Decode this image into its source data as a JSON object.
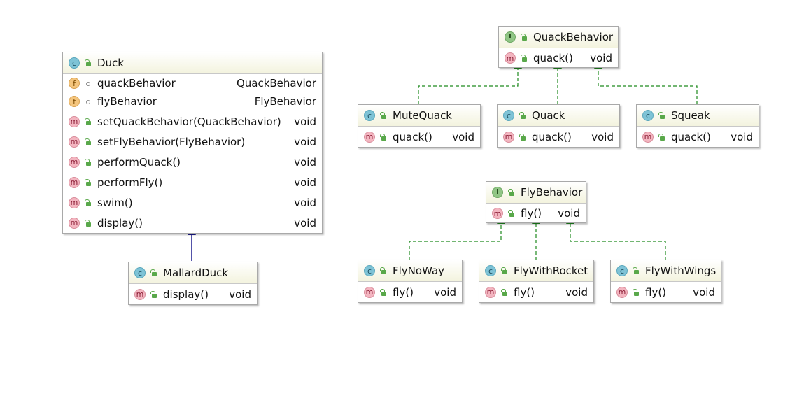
{
  "colors": {
    "realization_edge": "#1f8a1f",
    "inheritance_edge": "#1a1a8c",
    "header_gradient_end": "#f3f3de",
    "class_icon": "#7ec3d6",
    "interface_icon": "#90c585",
    "field_icon": "#f4c57d",
    "method_icon": "#f3b5c0"
  },
  "icon_letters": {
    "class": "c",
    "interface": "I",
    "field": "f",
    "method": "m"
  },
  "nodes": {
    "duck": {
      "name": "Duck",
      "kind": "class",
      "fields": [
        {
          "name": "quackBehavior",
          "type": "QuackBehavior"
        },
        {
          "name": "flyBehavior",
          "type": "FlyBehavior"
        }
      ],
      "methods": [
        {
          "name": "setQuackBehavior(QuackBehavior)",
          "type": "void"
        },
        {
          "name": "setFlyBehavior(FlyBehavior)",
          "type": "void"
        },
        {
          "name": "performQuack()",
          "type": "void"
        },
        {
          "name": "performFly()",
          "type": "void"
        },
        {
          "name": "swim()",
          "type": "void"
        },
        {
          "name": "display()",
          "type": "void"
        }
      ]
    },
    "mallard_duck": {
      "name": "MallardDuck",
      "kind": "class",
      "methods": [
        {
          "name": "display()",
          "type": "void"
        }
      ]
    },
    "quack_behavior": {
      "name": "QuackBehavior",
      "kind": "interface",
      "methods": [
        {
          "name": "quack()",
          "type": "void"
        }
      ]
    },
    "mute_quack": {
      "name": "MuteQuack",
      "kind": "class",
      "methods": [
        {
          "name": "quack()",
          "type": "void"
        }
      ]
    },
    "quack": {
      "name": "Quack",
      "kind": "class",
      "methods": [
        {
          "name": "quack()",
          "type": "void"
        }
      ]
    },
    "squeak": {
      "name": "Squeak",
      "kind": "class",
      "methods": [
        {
          "name": "quack()",
          "type": "void"
        }
      ]
    },
    "fly_behavior": {
      "name": "FlyBehavior",
      "kind": "interface",
      "methods": [
        {
          "name": "fly()",
          "type": "void"
        }
      ]
    },
    "fly_no_way": {
      "name": "FlyNoWay",
      "kind": "class",
      "methods": [
        {
          "name": "fly()",
          "type": "void"
        }
      ]
    },
    "fly_with_rocket": {
      "name": "FlyWithRocket",
      "kind": "class",
      "methods": [
        {
          "name": "fly()",
          "type": "void"
        }
      ]
    },
    "fly_with_wings": {
      "name": "FlyWithWings",
      "kind": "class",
      "methods": [
        {
          "name": "fly()",
          "type": "void"
        }
      ]
    }
  },
  "edges": [
    {
      "from": "MallardDuck",
      "to": "Duck",
      "kind": "inheritance"
    },
    {
      "from": "MuteQuack",
      "to": "QuackBehavior",
      "kind": "realization"
    },
    {
      "from": "Quack",
      "to": "QuackBehavior",
      "kind": "realization"
    },
    {
      "from": "Squeak",
      "to": "QuackBehavior",
      "kind": "realization"
    },
    {
      "from": "FlyNoWay",
      "to": "FlyBehavior",
      "kind": "realization"
    },
    {
      "from": "FlyWithRocket",
      "to": "FlyBehavior",
      "kind": "realization"
    },
    {
      "from": "FlyWithWings",
      "to": "FlyBehavior",
      "kind": "realization"
    }
  ]
}
